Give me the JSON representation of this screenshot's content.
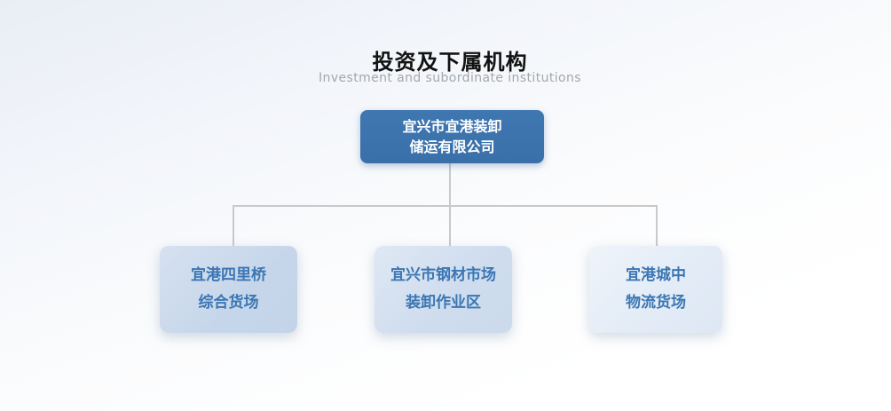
{
  "page": {
    "title": "投资及下属机构",
    "subtitle": "Investment and subordinate institutions"
  },
  "org_chart": {
    "root": {
      "line1": "宜兴市宜港装卸",
      "line2": "储运有限公司"
    },
    "children": [
      {
        "line1": "宜港四里桥",
        "line2": "综合货场"
      },
      {
        "line1": "宜兴市钢材市场",
        "line2": "装卸作业区"
      },
      {
        "line1": "宜港城中",
        "line2": "物流货场"
      }
    ]
  },
  "colors": {
    "root_box_bg": "#3b73ad",
    "root_box_text": "#ffffff",
    "child_box_fill_1": "#c9d8ec",
    "child_box_fill_2": "#cfdded",
    "child_box_fill_3": "#e4edf7",
    "child_text": "#3b76b3",
    "connector": "#c9c9c9",
    "title_text": "#121212",
    "subtitle_text": "#a3a8ad",
    "background_top": "#e9eef5",
    "background_bottom": "#ffffff"
  }
}
